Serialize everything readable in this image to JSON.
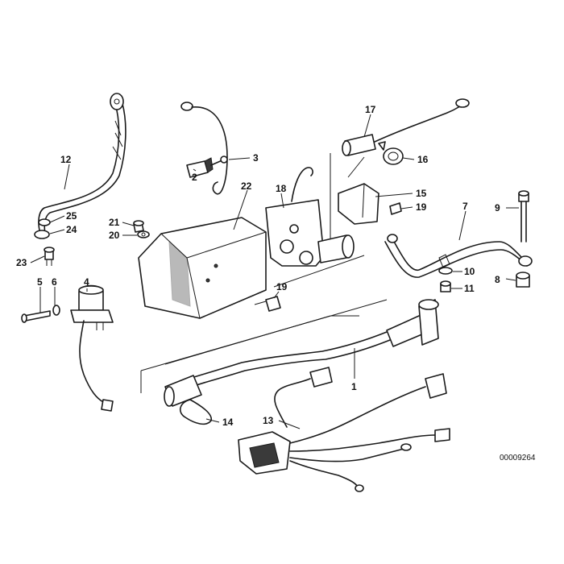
{
  "diagram": {
    "drawing_number": "00009264",
    "callouts": [
      "1",
      "2",
      "3",
      "4",
      "5",
      "6",
      "7",
      "8",
      "9",
      "10",
      "11",
      "12",
      "13",
      "14",
      "15",
      "16",
      "17",
      "18",
      "19",
      "19",
      "20",
      "21",
      "22",
      "23",
      "24",
      "25"
    ]
  }
}
